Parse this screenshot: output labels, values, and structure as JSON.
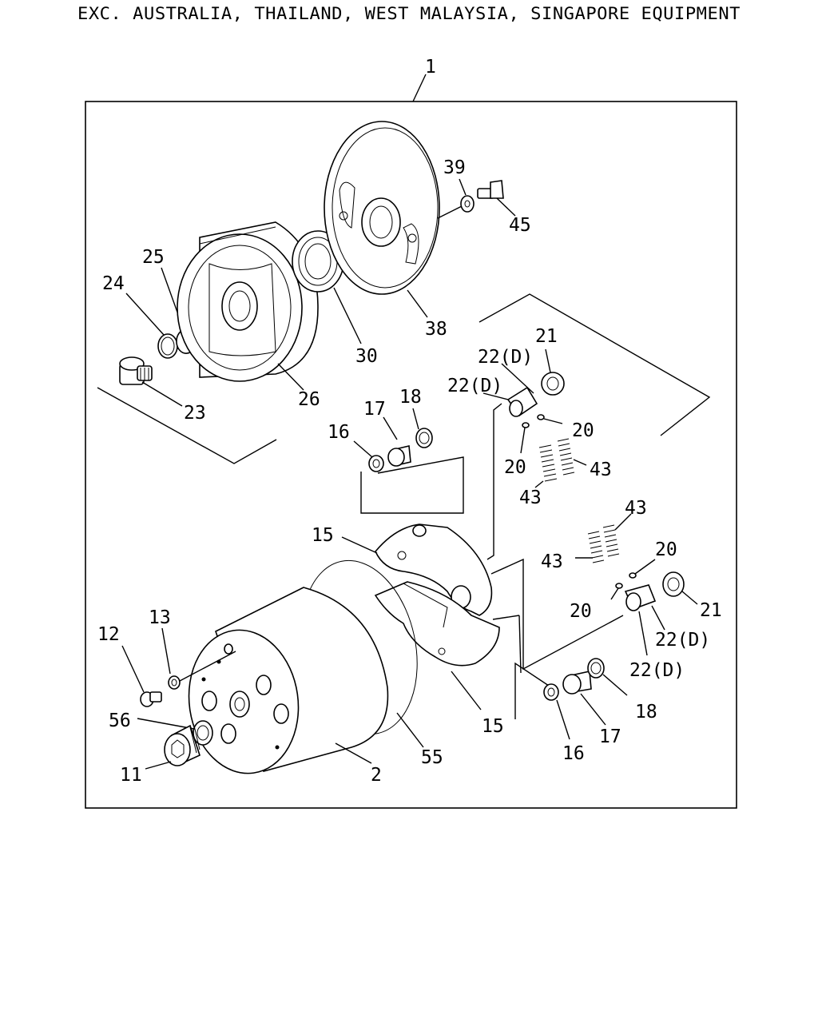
{
  "header": {
    "title": "EXC. AUSTRALIA, THAILAND, WEST MALAYSIA, SINGAPORE EQUIPMENT"
  },
  "labels": {
    "l1": "1",
    "l2": "2",
    "l11": "11",
    "l12": "12",
    "l13": "13",
    "l15a": "15",
    "l15b": "15",
    "l16a": "16",
    "l16b": "16",
    "l17a": "17",
    "l17b": "17",
    "l18a": "18",
    "l18b": "18",
    "l20a": "20",
    "l20b": "20",
    "l20c": "20",
    "l20d": "20",
    "l21a": "21",
    "l21b": "21",
    "l22a": "22(D)",
    "l22b": "22(D)",
    "l22c": "22(D)",
    "l22d": "22(D)",
    "l23": "23",
    "l24": "24",
    "l25": "25",
    "l26": "26",
    "l30": "30",
    "l38": "38",
    "l39": "39",
    "l43a": "43",
    "l43b": "43",
    "l43c": "43",
    "l43d": "43",
    "l45": "45",
    "l55": "55",
    "l56": "56"
  }
}
